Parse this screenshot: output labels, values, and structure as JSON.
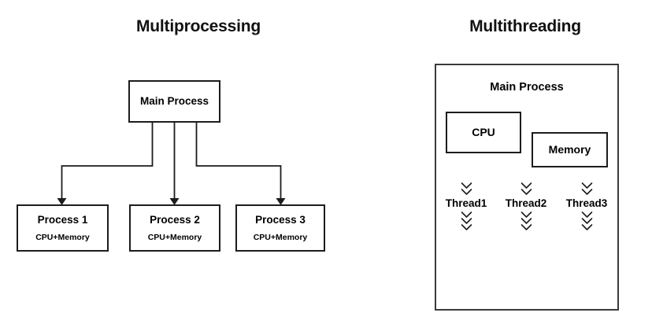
{
  "background": "#ffffff",
  "ink": "#1c1c1c",
  "left_panel": {
    "title": "Multiprocessing",
    "main_process": {
      "label": "Main Process"
    },
    "processes": [
      {
        "label": "Process 1",
        "sub": "CPU+Memory"
      },
      {
        "label": "Process 2",
        "sub": "CPU+Memory"
      },
      {
        "label": "Process 3",
        "sub": "CPU+Memory"
      }
    ]
  },
  "right_panel": {
    "title": "Multithreading",
    "main_process": {
      "label": "Main Process"
    },
    "resources": [
      {
        "label": "CPU"
      },
      {
        "label": "Memory"
      }
    ],
    "threads": [
      {
        "label": "Thread1",
        "chevrons_above": 2,
        "chevrons_below": 3
      },
      {
        "label": "Thread2",
        "chevrons_above": 2,
        "chevrons_below": 3
      },
      {
        "label": "Thread3",
        "chevrons_above": 2,
        "chevrons_below": 3
      }
    ]
  }
}
